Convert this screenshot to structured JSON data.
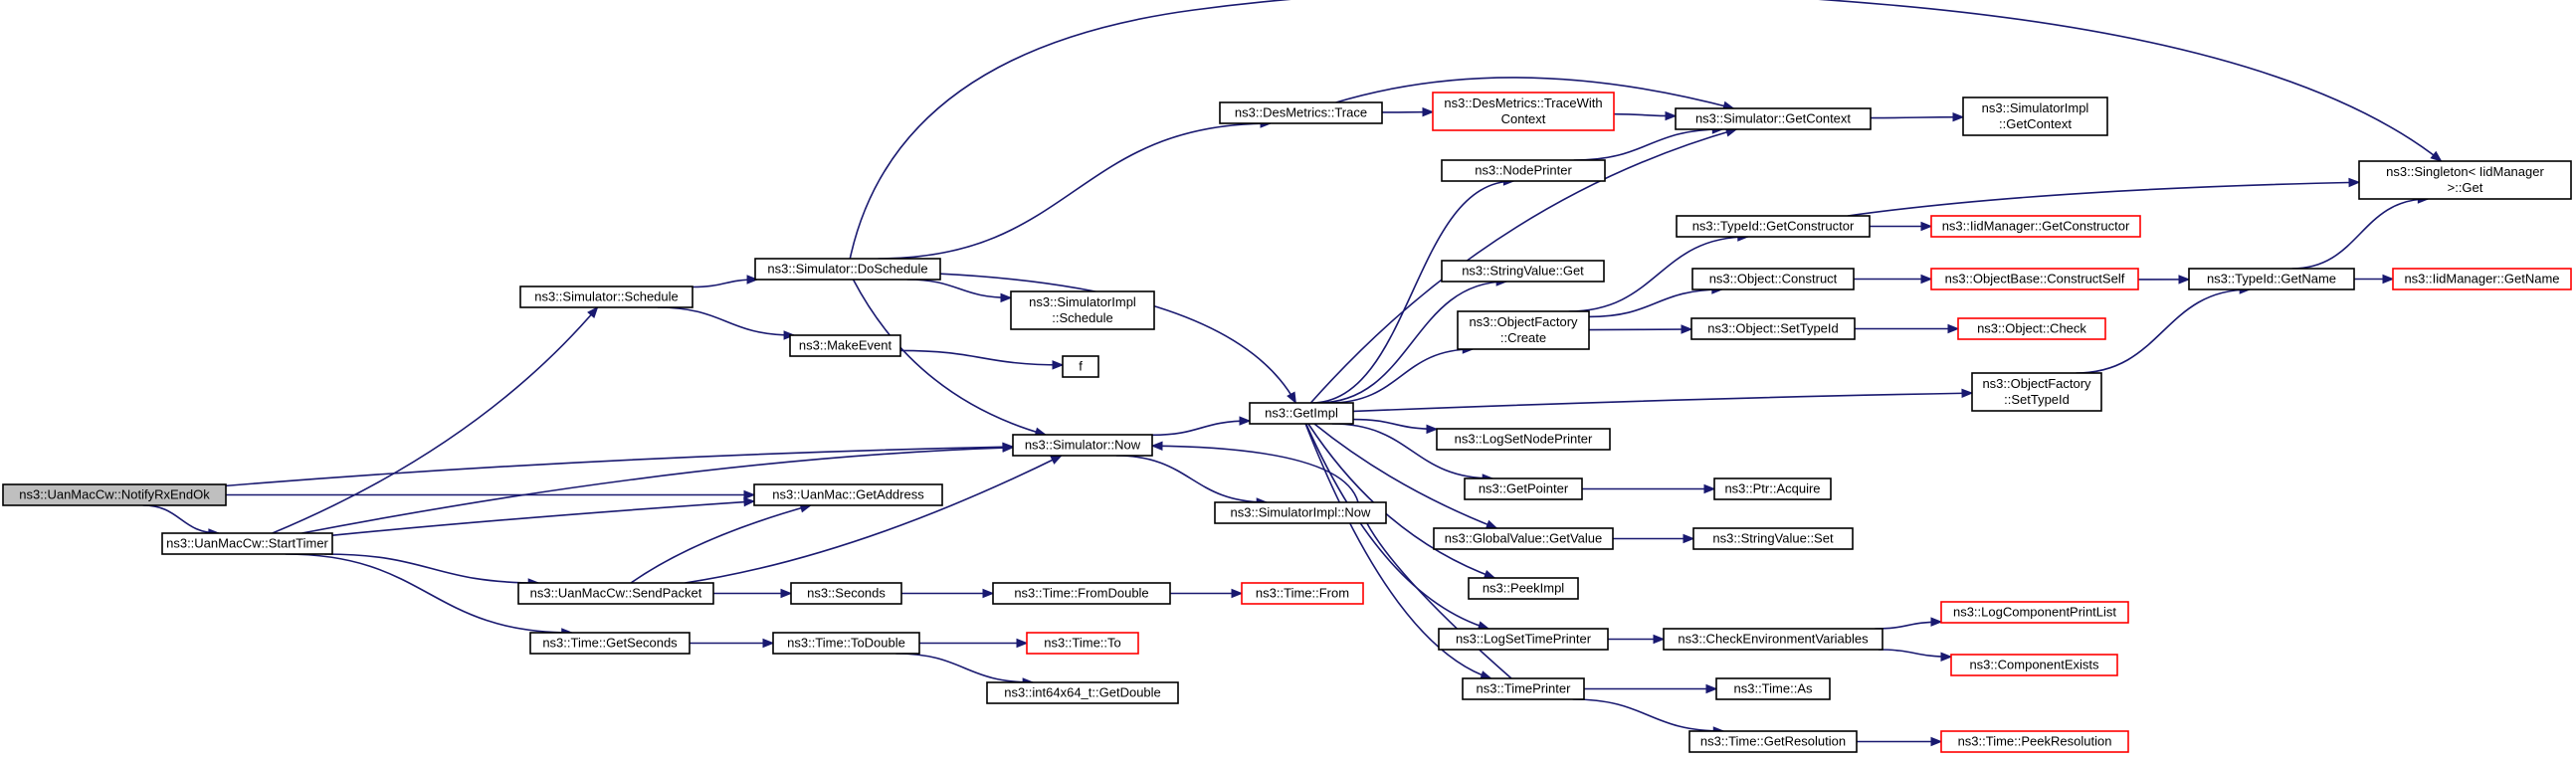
{
  "colors": {
    "edge": "#191970",
    "node_border": "#000000",
    "truncated_border": "#ff0000",
    "root_fill": "#bfbfbf",
    "node_fill": "#ffffff"
  },
  "nodes": [
    {
      "id": "root",
      "lines": [
        "ns3::UanMacCw::NotifyRxEndOk"
      ],
      "style": "root"
    },
    {
      "id": "starttimer",
      "lines": [
        "ns3::UanMacCw::StartTimer"
      ],
      "style": "normal"
    },
    {
      "id": "schedule",
      "lines": [
        "ns3::Simulator::Schedule"
      ],
      "style": "normal"
    },
    {
      "id": "sendpacket",
      "lines": [
        "ns3::UanMacCw::SendPacket"
      ],
      "style": "normal"
    },
    {
      "id": "getseconds",
      "lines": [
        "ns3::Time::GetSeconds"
      ],
      "style": "normal"
    },
    {
      "id": "doschedule",
      "lines": [
        "ns3::Simulator::DoSchedule"
      ],
      "style": "normal"
    },
    {
      "id": "makeevent",
      "lines": [
        "ns3::MakeEvent"
      ],
      "style": "normal"
    },
    {
      "id": "now",
      "lines": [
        "ns3::Simulator::Now"
      ],
      "style": "normal"
    },
    {
      "id": "getaddress",
      "lines": [
        "ns3::UanMac::GetAddress"
      ],
      "style": "normal"
    },
    {
      "id": "seconds",
      "lines": [
        "ns3::Seconds"
      ],
      "style": "normal"
    },
    {
      "id": "todouble",
      "lines": [
        "ns3::Time::ToDouble"
      ],
      "style": "normal"
    },
    {
      "id": "implschedule",
      "lines": [
        "ns3::SimulatorImpl",
        "::Schedule"
      ],
      "style": "normal"
    },
    {
      "id": "f",
      "lines": [
        "f"
      ],
      "style": "normal"
    },
    {
      "id": "implnow",
      "lines": [
        "ns3::SimulatorImpl::Now"
      ],
      "style": "normal"
    },
    {
      "id": "fromdouble",
      "lines": [
        "ns3::Time::FromDouble"
      ],
      "style": "normal"
    },
    {
      "id": "timeto",
      "lines": [
        "ns3::Time::To"
      ],
      "style": "truncated"
    },
    {
      "id": "getdouble",
      "lines": [
        "ns3::int64x64_t::GetDouble"
      ],
      "style": "normal"
    },
    {
      "id": "timefrom",
      "lines": [
        "ns3::Time::From"
      ],
      "style": "truncated"
    },
    {
      "id": "destrace",
      "lines": [
        "ns3::DesMetrics::Trace"
      ],
      "style": "normal"
    },
    {
      "id": "getimpl",
      "lines": [
        "ns3::GetImpl"
      ],
      "style": "normal"
    },
    {
      "id": "tracewith",
      "lines": [
        "ns3::DesMetrics::TraceWith",
        "Context"
      ],
      "style": "truncated"
    },
    {
      "id": "nodeprinter",
      "lines": [
        "ns3::NodePrinter"
      ],
      "style": "normal"
    },
    {
      "id": "stringvalueget",
      "lines": [
        "ns3::StringValue::Get"
      ],
      "style": "normal"
    },
    {
      "id": "ofcreate",
      "lines": [
        "ns3::ObjectFactory",
        "::Create"
      ],
      "style": "normal"
    },
    {
      "id": "lognodeprinter",
      "lines": [
        "ns3::LogSetNodePrinter"
      ],
      "style": "normal"
    },
    {
      "id": "getpointer",
      "lines": [
        "ns3::GetPointer"
      ],
      "style": "normal"
    },
    {
      "id": "gvgetvalue",
      "lines": [
        "ns3::GlobalValue::GetValue"
      ],
      "style": "normal"
    },
    {
      "id": "peekimpl",
      "lines": [
        "ns3::PeekImpl"
      ],
      "style": "normal"
    },
    {
      "id": "logtimeprinter",
      "lines": [
        "ns3::LogSetTimePrinter"
      ],
      "style": "normal"
    },
    {
      "id": "timeprinter",
      "lines": [
        "ns3::TimePrinter"
      ],
      "style": "normal"
    },
    {
      "id": "getcontext",
      "lines": [
        "ns3::Simulator::GetContext"
      ],
      "style": "normal"
    },
    {
      "id": "typegetctor",
      "lines": [
        "ns3::TypeId::GetConstructor"
      ],
      "style": "normal"
    },
    {
      "id": "objconstruct",
      "lines": [
        "ns3::Object::Construct"
      ],
      "style": "normal"
    },
    {
      "id": "objsettypeid",
      "lines": [
        "ns3::Object::SetTypeId"
      ],
      "style": "normal"
    },
    {
      "id": "ofsettypeid",
      "lines": [
        "ns3::ObjectFactory",
        "::SetTypeId"
      ],
      "style": "normal"
    },
    {
      "id": "ptracquire",
      "lines": [
        "ns3::Ptr::Acquire"
      ],
      "style": "normal"
    },
    {
      "id": "svset",
      "lines": [
        "ns3::StringValue::Set"
      ],
      "style": "normal"
    },
    {
      "id": "checkenv",
      "lines": [
        "ns3::CheckEnvironmentVariables"
      ],
      "style": "normal"
    },
    {
      "id": "timeas",
      "lines": [
        "ns3::Time::As"
      ],
      "style": "normal"
    },
    {
      "id": "getres",
      "lines": [
        "ns3::Time::GetResolution"
      ],
      "style": "normal"
    },
    {
      "id": "implgetctx",
      "lines": [
        "ns3::SimulatorImpl",
        "::GetContext"
      ],
      "style": "normal"
    },
    {
      "id": "iidgetctor",
      "lines": [
        "ns3::IidManager::GetConstructor"
      ],
      "style": "truncated"
    },
    {
      "id": "obconstructself",
      "lines": [
        "ns3::ObjectBase::ConstructSelf"
      ],
      "style": "truncated"
    },
    {
      "id": "objcheck",
      "lines": [
        "ns3::Object::Check"
      ],
      "style": "truncated"
    },
    {
      "id": "logcomplist",
      "lines": [
        "ns3::LogComponentPrintList"
      ],
      "style": "truncated"
    },
    {
      "id": "compexists",
      "lines": [
        "ns3::ComponentExists"
      ],
      "style": "truncated"
    },
    {
      "id": "peekres",
      "lines": [
        "ns3::Time::PeekResolution"
      ],
      "style": "truncated"
    },
    {
      "id": "typegetname",
      "lines": [
        "ns3::TypeId::GetName"
      ],
      "style": "normal"
    },
    {
      "id": "singleton",
      "lines": [
        "ns3::Singleton< IidManager",
        ">::Get"
      ],
      "style": "normal"
    },
    {
      "id": "iidgetname",
      "lines": [
        "ns3::IidManager::GetName"
      ],
      "style": "truncated"
    }
  ],
  "edges": [
    [
      "root",
      "now"
    ],
    [
      "root",
      "getaddress"
    ],
    [
      "root",
      "starttimer"
    ],
    [
      "starttimer",
      "schedule"
    ],
    [
      "starttimer",
      "now"
    ],
    [
      "starttimer",
      "getaddress"
    ],
    [
      "starttimer",
      "sendpacket"
    ],
    [
      "starttimer",
      "getseconds"
    ],
    [
      "schedule",
      "doschedule"
    ],
    [
      "schedule",
      "makeevent"
    ],
    [
      "sendpacket",
      "getaddress"
    ],
    [
      "sendpacket",
      "now"
    ],
    [
      "sendpacket",
      "seconds"
    ],
    [
      "getseconds",
      "todouble"
    ],
    [
      "doschedule",
      "implschedule"
    ],
    [
      "doschedule",
      "now"
    ],
    [
      "doschedule",
      "getimpl"
    ],
    [
      "doschedule",
      "destrace"
    ],
    [
      "doschedule",
      "singleton"
    ],
    [
      "makeevent",
      "f"
    ],
    [
      "now",
      "getimpl"
    ],
    [
      "now",
      "implnow"
    ],
    [
      "seconds",
      "fromdouble"
    ],
    [
      "todouble",
      "timeto"
    ],
    [
      "todouble",
      "getdouble"
    ],
    [
      "fromdouble",
      "timefrom"
    ],
    [
      "destrace",
      "tracewith"
    ],
    [
      "destrace",
      "getcontext"
    ],
    [
      "tracewith",
      "getcontext"
    ],
    [
      "getimpl",
      "nodeprinter"
    ],
    [
      "getimpl",
      "getcontext"
    ],
    [
      "getimpl",
      "stringvalueget"
    ],
    [
      "getimpl",
      "ofcreate"
    ],
    [
      "getimpl",
      "ofsettypeid"
    ],
    [
      "getimpl",
      "lognodeprinter"
    ],
    [
      "getimpl",
      "getpointer"
    ],
    [
      "getimpl",
      "gvgetvalue"
    ],
    [
      "getimpl",
      "peekimpl"
    ],
    [
      "getimpl",
      "logtimeprinter"
    ],
    [
      "getimpl",
      "timeprinter"
    ],
    [
      "nodeprinter",
      "getcontext"
    ],
    [
      "ofcreate",
      "typegetctor"
    ],
    [
      "ofcreate",
      "objconstruct"
    ],
    [
      "ofcreate",
      "objsettypeid"
    ],
    [
      "getpointer",
      "ptracquire"
    ],
    [
      "gvgetvalue",
      "svset"
    ],
    [
      "logtimeprinter",
      "checkenv"
    ],
    [
      "timeprinter",
      "now"
    ],
    [
      "timeprinter",
      "timeas"
    ],
    [
      "timeprinter",
      "getres"
    ],
    [
      "getcontext",
      "implgetctx"
    ],
    [
      "typegetctor",
      "iidgetctor"
    ],
    [
      "typegetctor",
      "singleton"
    ],
    [
      "objconstruct",
      "obconstructself"
    ],
    [
      "objsettypeid",
      "objcheck"
    ],
    [
      "ofsettypeid",
      "typegetname"
    ],
    [
      "checkenv",
      "logcomplist"
    ],
    [
      "checkenv",
      "compexists"
    ],
    [
      "getres",
      "peekres"
    ],
    [
      "obconstructself",
      "typegetname"
    ],
    [
      "typegetname",
      "singleton"
    ],
    [
      "typegetname",
      "iidgetname"
    ]
  ]
}
